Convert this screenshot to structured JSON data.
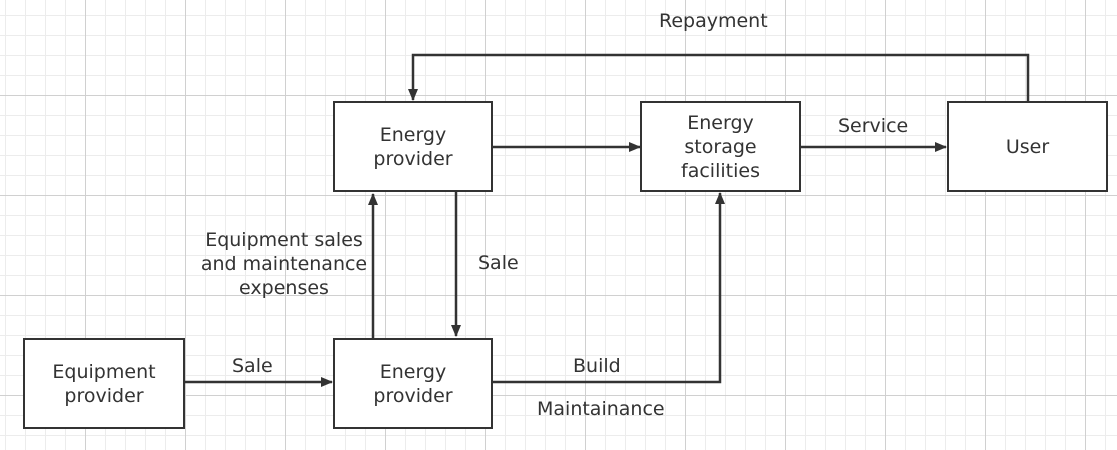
{
  "nodes": {
    "energy_provider_top": "Energy\nprovider",
    "energy_storage": "Energy\nstorage\nfacilities",
    "user": "User",
    "equipment_provider": "Equipment\nprovider",
    "energy_provider_bottom": "Energy\nprovider"
  },
  "edge_labels": {
    "repayment": "Repayment",
    "service": "Service",
    "equipment_sales": "Equipment sales\nand maintenance\nexpenses",
    "sale_vertical": "Sale",
    "sale_horizontal": "Sale",
    "build": "Build",
    "maintainance": "Maintainance"
  },
  "colors": {
    "stroke": "#333333",
    "text": "#333333",
    "grid": "#d0d0d0"
  }
}
